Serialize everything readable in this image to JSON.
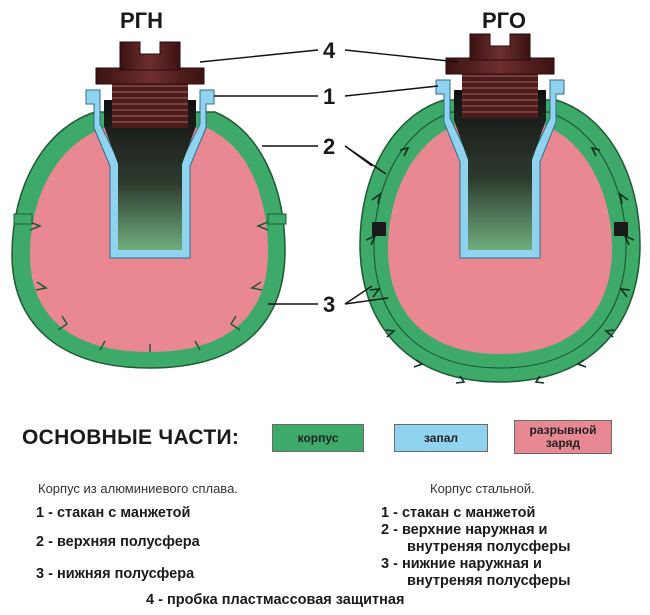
{
  "titles": {
    "left": "РГН",
    "right": "РГО"
  },
  "callouts": [
    "4",
    "1",
    "2",
    "3"
  ],
  "legend": {
    "title": "ОСНОВНЫЕ ЧАСТИ:",
    "body": "корпус",
    "fuse": "запал",
    "charge_line1": "разрывной",
    "charge_line2": "заряд"
  },
  "left_panel": {
    "subtitle": "Корпус из алюминиевого сплава.",
    "items": [
      "1 - стакан с манжетой",
      "2 - верхняя полусфера",
      "3 - нижняя полусфера"
    ]
  },
  "right_panel": {
    "subtitle": "Корпус стальной.",
    "items": [
      "1 - стакан с манжетой",
      "2 - верхние наружная и",
      "внутреняя полусферы",
      "3 - нижние наружная и",
      "внутреняя полусферы"
    ]
  },
  "bottom_note": "4 - пробка пластмассовая защитная",
  "colors": {
    "body": "#3daa6a",
    "fuse": "#8fd3ef",
    "charge": "#e88893",
    "plug": "#5a2424",
    "tube": "#2a2a2a"
  }
}
